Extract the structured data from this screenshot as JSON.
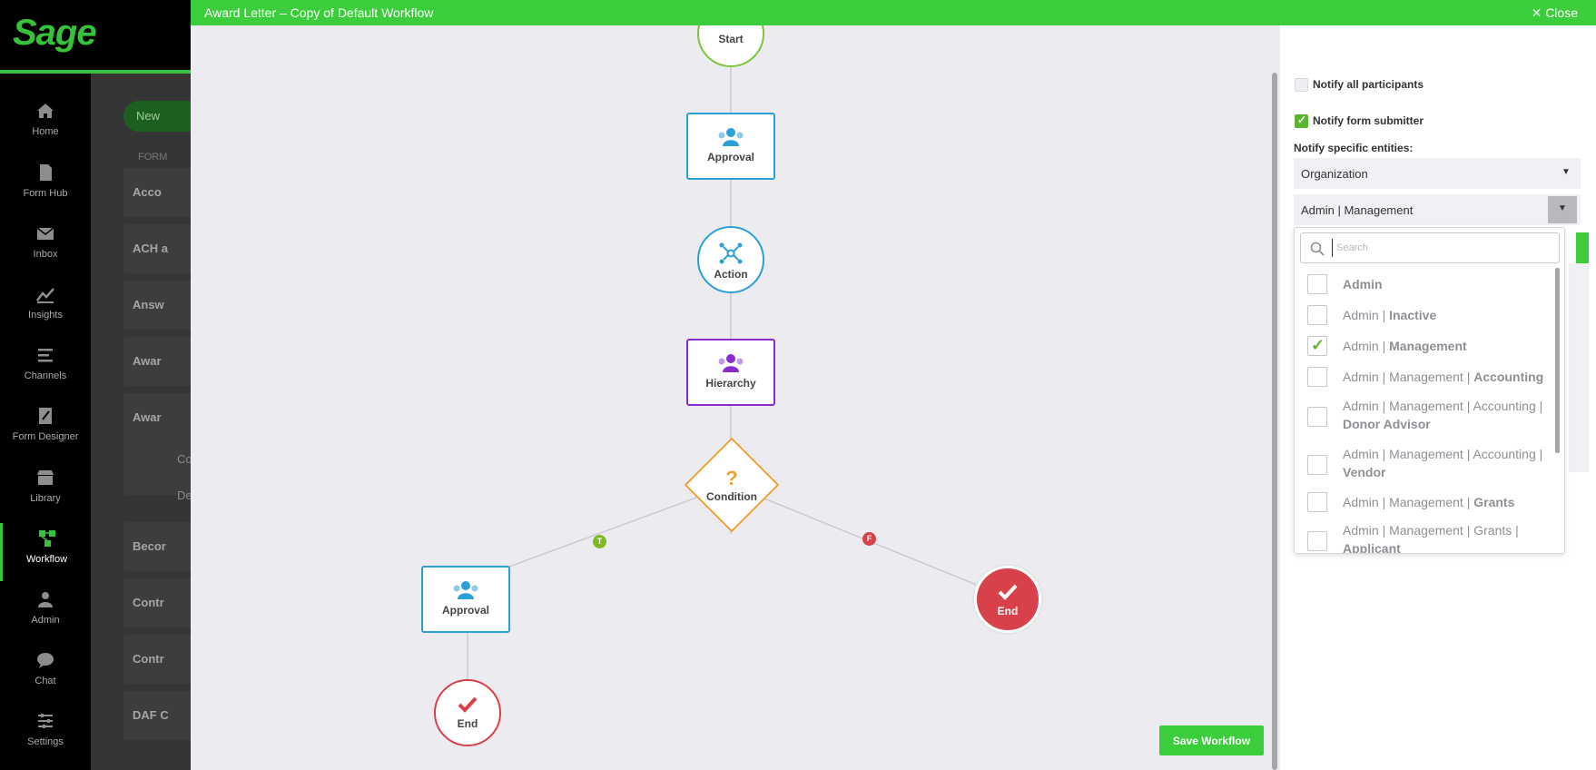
{
  "app": {
    "brand": "Sage"
  },
  "nav": {
    "items": [
      {
        "label": "Home",
        "icon": "home-icon"
      },
      {
        "label": "Form Hub",
        "icon": "form-hub-icon"
      },
      {
        "label": "Inbox",
        "icon": "inbox-icon"
      },
      {
        "label": "Insights",
        "icon": "insights-icon"
      },
      {
        "label": "Channels",
        "icon": "channels-icon"
      },
      {
        "label": "Form Designer",
        "icon": "form-designer-icon"
      },
      {
        "label": "Library",
        "icon": "library-icon"
      },
      {
        "label": "Workflow",
        "icon": "workflow-icon",
        "active": true
      },
      {
        "label": "Admin",
        "icon": "admin-icon"
      },
      {
        "label": "Chat",
        "icon": "chat-icon"
      },
      {
        "label": "Settings",
        "icon": "settings-icon"
      }
    ]
  },
  "background": {
    "new_button": "New",
    "breadcrumb": "FORM",
    "rows": [
      "Acco",
      "ACH a",
      "Answ",
      "Awar",
      "Awar",
      "Becor",
      "Contr",
      "Contr",
      "DAF C"
    ],
    "sub_rows": [
      "Co",
      "De"
    ]
  },
  "modal": {
    "title": "Award Letter – Copy of Default Workflow",
    "close_label": "✕ Close"
  },
  "workflow": {
    "nodes": {
      "start": "Start",
      "approval1": "Approval",
      "action": "Action",
      "hierarchy": "Hierarchy",
      "condition": "Condition",
      "approval2": "Approval",
      "end_left": "End",
      "end_right": "End"
    },
    "branch_true": "T",
    "branch_false": "F",
    "save_label": "Save Workflow"
  },
  "panel": {
    "notify_all": {
      "label": "Notify all participants",
      "checked": false
    },
    "notify_submitter": {
      "label": "Notify form submitter",
      "checked": true
    },
    "entities_label": "Notify specific entities:",
    "select1": "Organization",
    "select2": "Admin | Management"
  },
  "dropdown": {
    "search_placeholder": "Search",
    "options": [
      {
        "prefix": "",
        "strong": "Admin",
        "checked": false
      },
      {
        "prefix": "Admin | ",
        "strong": "Inactive",
        "checked": false
      },
      {
        "prefix": "Admin | ",
        "strong": "Management",
        "checked": true
      },
      {
        "prefix": "Admin | Management | ",
        "strong": "Accounting",
        "checked": false
      },
      {
        "prefix": "Admin | Management | Accounting | ",
        "strong": "Donor Advisor",
        "checked": false
      },
      {
        "prefix": "Admin | Management | Accounting | ",
        "strong": "Vendor",
        "checked": false
      },
      {
        "prefix": "Admin | Management | ",
        "strong": "Grants",
        "checked": false
      },
      {
        "prefix": "Admin | Management | Grants | ",
        "strong": "Applicant",
        "checked": false
      }
    ]
  },
  "colors": {
    "brand_green": "#3ccd3c",
    "approval_blue": "#2a9fd8",
    "hierarchy_purple": "#8a2bcf",
    "condition_orange": "#f0a13a",
    "end_red": "#d8404a",
    "true_green": "#7fb81f",
    "false_red": "#d8404a"
  }
}
